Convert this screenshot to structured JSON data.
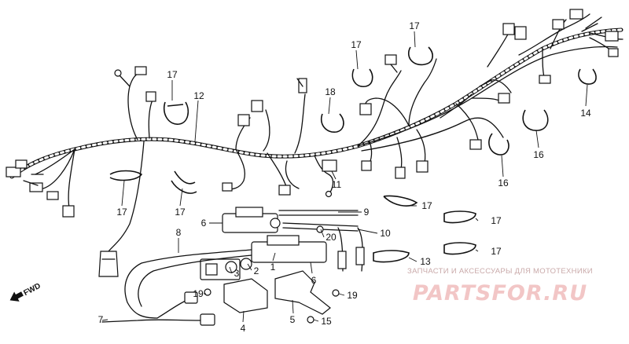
{
  "diagram": {
    "callouts": [
      "17",
      "17",
      "17",
      "18",
      "17",
      "12",
      "14",
      "16",
      "16",
      "11",
      "17",
      "17",
      "9",
      "17",
      "6",
      "10",
      "20",
      "8",
      "17",
      "13",
      "3",
      "2",
      "1",
      "6",
      "19",
      "19",
      "7",
      "4",
      "5",
      "15"
    ],
    "fwd_label": "FWD"
  },
  "watermark": {
    "tagline": "ЗАПЧАСТИ И АКСЕССУАРЫ ДЛЯ МОТОТЕХНИКИ",
    "logo_text": "PARTSFOR.RU"
  }
}
